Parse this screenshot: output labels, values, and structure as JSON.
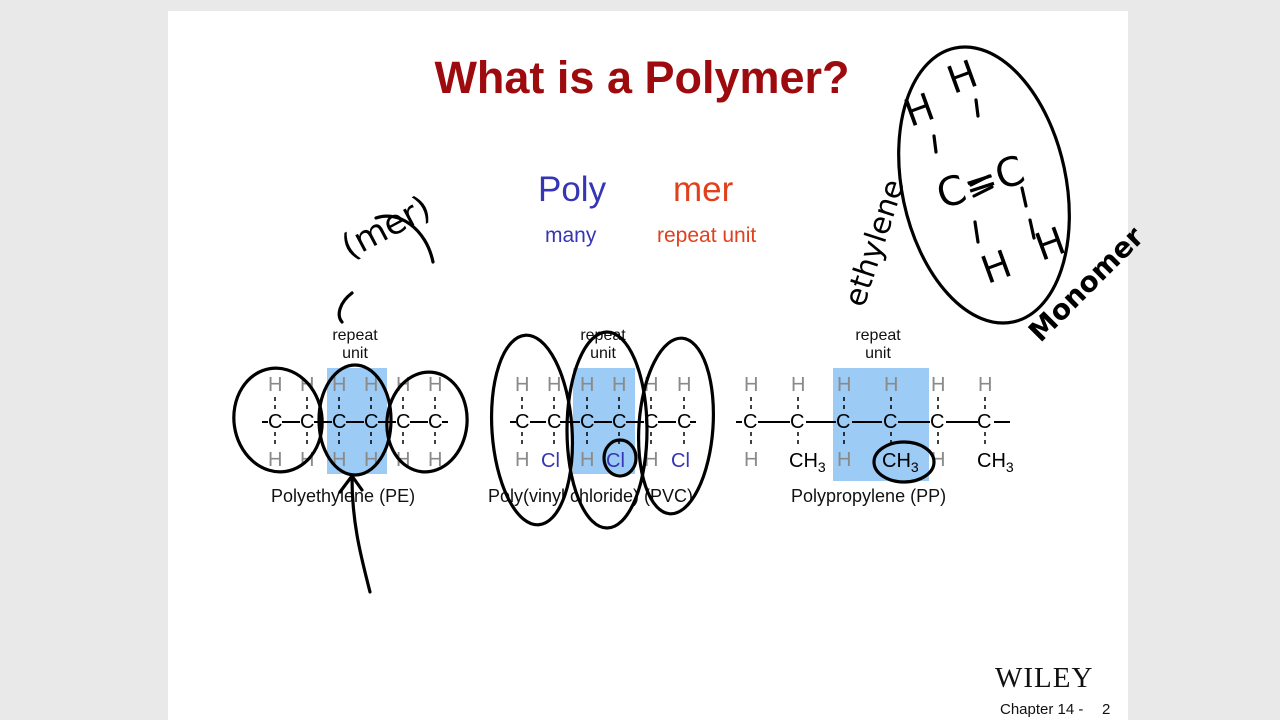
{
  "slide": {
    "title": "What is a Polymer?",
    "poly": "Poly",
    "poly_meaning": "many",
    "mer": "mer",
    "mer_meaning": "repeat unit",
    "repeat_unit_label_1": "repeat",
    "repeat_unit_label_2": "unit",
    "polymers": [
      {
        "name": "Polyethylene (PE)"
      },
      {
        "name": "Poly(vinyl chloride) (PVC)"
      },
      {
        "name": "Polypropylene (PP)"
      }
    ],
    "atoms": {
      "carbon": "C",
      "hydrogen": "H",
      "chlorine": "Cl",
      "methyl_base": "CH",
      "methyl_sub": "3"
    },
    "publisher": "WILEY",
    "footer": "Chapter 14 -",
    "page_number": "2"
  },
  "annotations": {
    "mer": "(mer)",
    "ethylene": "ethylene",
    "monomer": "Monomer",
    "h": "H",
    "cc": "C=C"
  },
  "colors": {
    "title": "#9e0b0f",
    "poly": "#3535b5",
    "mer": "#e0401c",
    "highlight": "#9ccbf5",
    "hydrogen": "#8a8a8a",
    "chlorine": "#3535b5"
  }
}
